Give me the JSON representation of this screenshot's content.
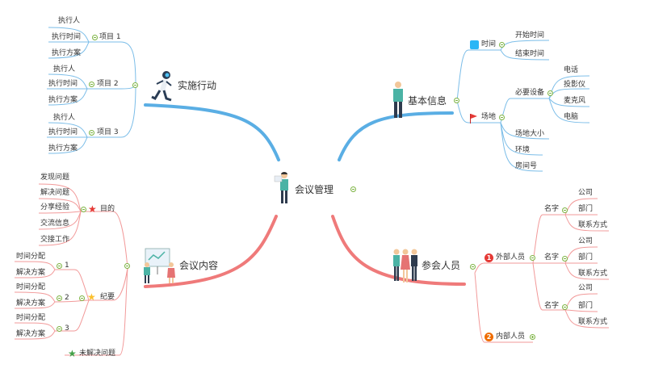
{
  "center": {
    "label": "会议管理"
  },
  "colors": {
    "blue": "#5aaee4",
    "red": "#ef7a7a",
    "green": "#7cb342",
    "leaf_blue": "#7bbde8",
    "leaf_red": "#f29a9a"
  },
  "branches": {
    "action": {
      "label": "实施行动",
      "icon": "running-person-icon",
      "items": [
        {
          "label": "项目 1",
          "children": [
            "执行人",
            "执行时间",
            "执行方案"
          ]
        },
        {
          "label": "项目 2",
          "children": [
            "执行人",
            "执行时间",
            "执行方案"
          ]
        },
        {
          "label": "项目 3",
          "children": [
            "执行人",
            "执行时间",
            "执行方案"
          ]
        }
      ]
    },
    "info": {
      "label": "基本信息",
      "icon": "person-icon",
      "time": {
        "label": "时间",
        "icon": "clock-icon",
        "children": [
          "开始时间",
          "结束时间"
        ]
      },
      "venue": {
        "label": "场地",
        "icon": "flag-icon",
        "equipment": {
          "label": "必要设备",
          "children": [
            "电话",
            "投影仪",
            "麦克风",
            "电脑"
          ]
        },
        "children": [
          "场地大小",
          "环境",
          "房间号"
        ]
      }
    },
    "content": {
      "label": "会议内容",
      "icon": "presentation-icon",
      "goal": {
        "label": "目的",
        "icon": "red-star-icon",
        "children": [
          "发现问题",
          "解决问题",
          "分享经验",
          "交流信息",
          "交接工作"
        ]
      },
      "minutes": {
        "label": "纪要",
        "icon": "yellow-star-icon",
        "items": [
          {
            "label": "1",
            "children": [
              "时间分配",
              "解决方案"
            ]
          },
          {
            "label": "2",
            "children": [
              "时间分配",
              "解决方案"
            ]
          },
          {
            "label": "3",
            "children": [
              "时间分配",
              "解决方案"
            ]
          }
        ]
      },
      "unresolved": {
        "label": "未解决问题",
        "icon": "green-star-icon"
      }
    },
    "attendees": {
      "label": "参会人员",
      "icon": "group-icon",
      "external": {
        "badge": "1",
        "label": "外部人员",
        "groups": [
          {
            "label": "名字",
            "children": [
              "公司",
              "部门",
              "联系方式"
            ]
          },
          {
            "label": "名字",
            "children": [
              "公司",
              "部门",
              "联系方式"
            ]
          },
          {
            "label": "名字",
            "children": [
              "公司",
              "部门",
              "联系方式"
            ]
          }
        ]
      },
      "internal": {
        "badge": "2",
        "label": "内部人员"
      }
    }
  }
}
